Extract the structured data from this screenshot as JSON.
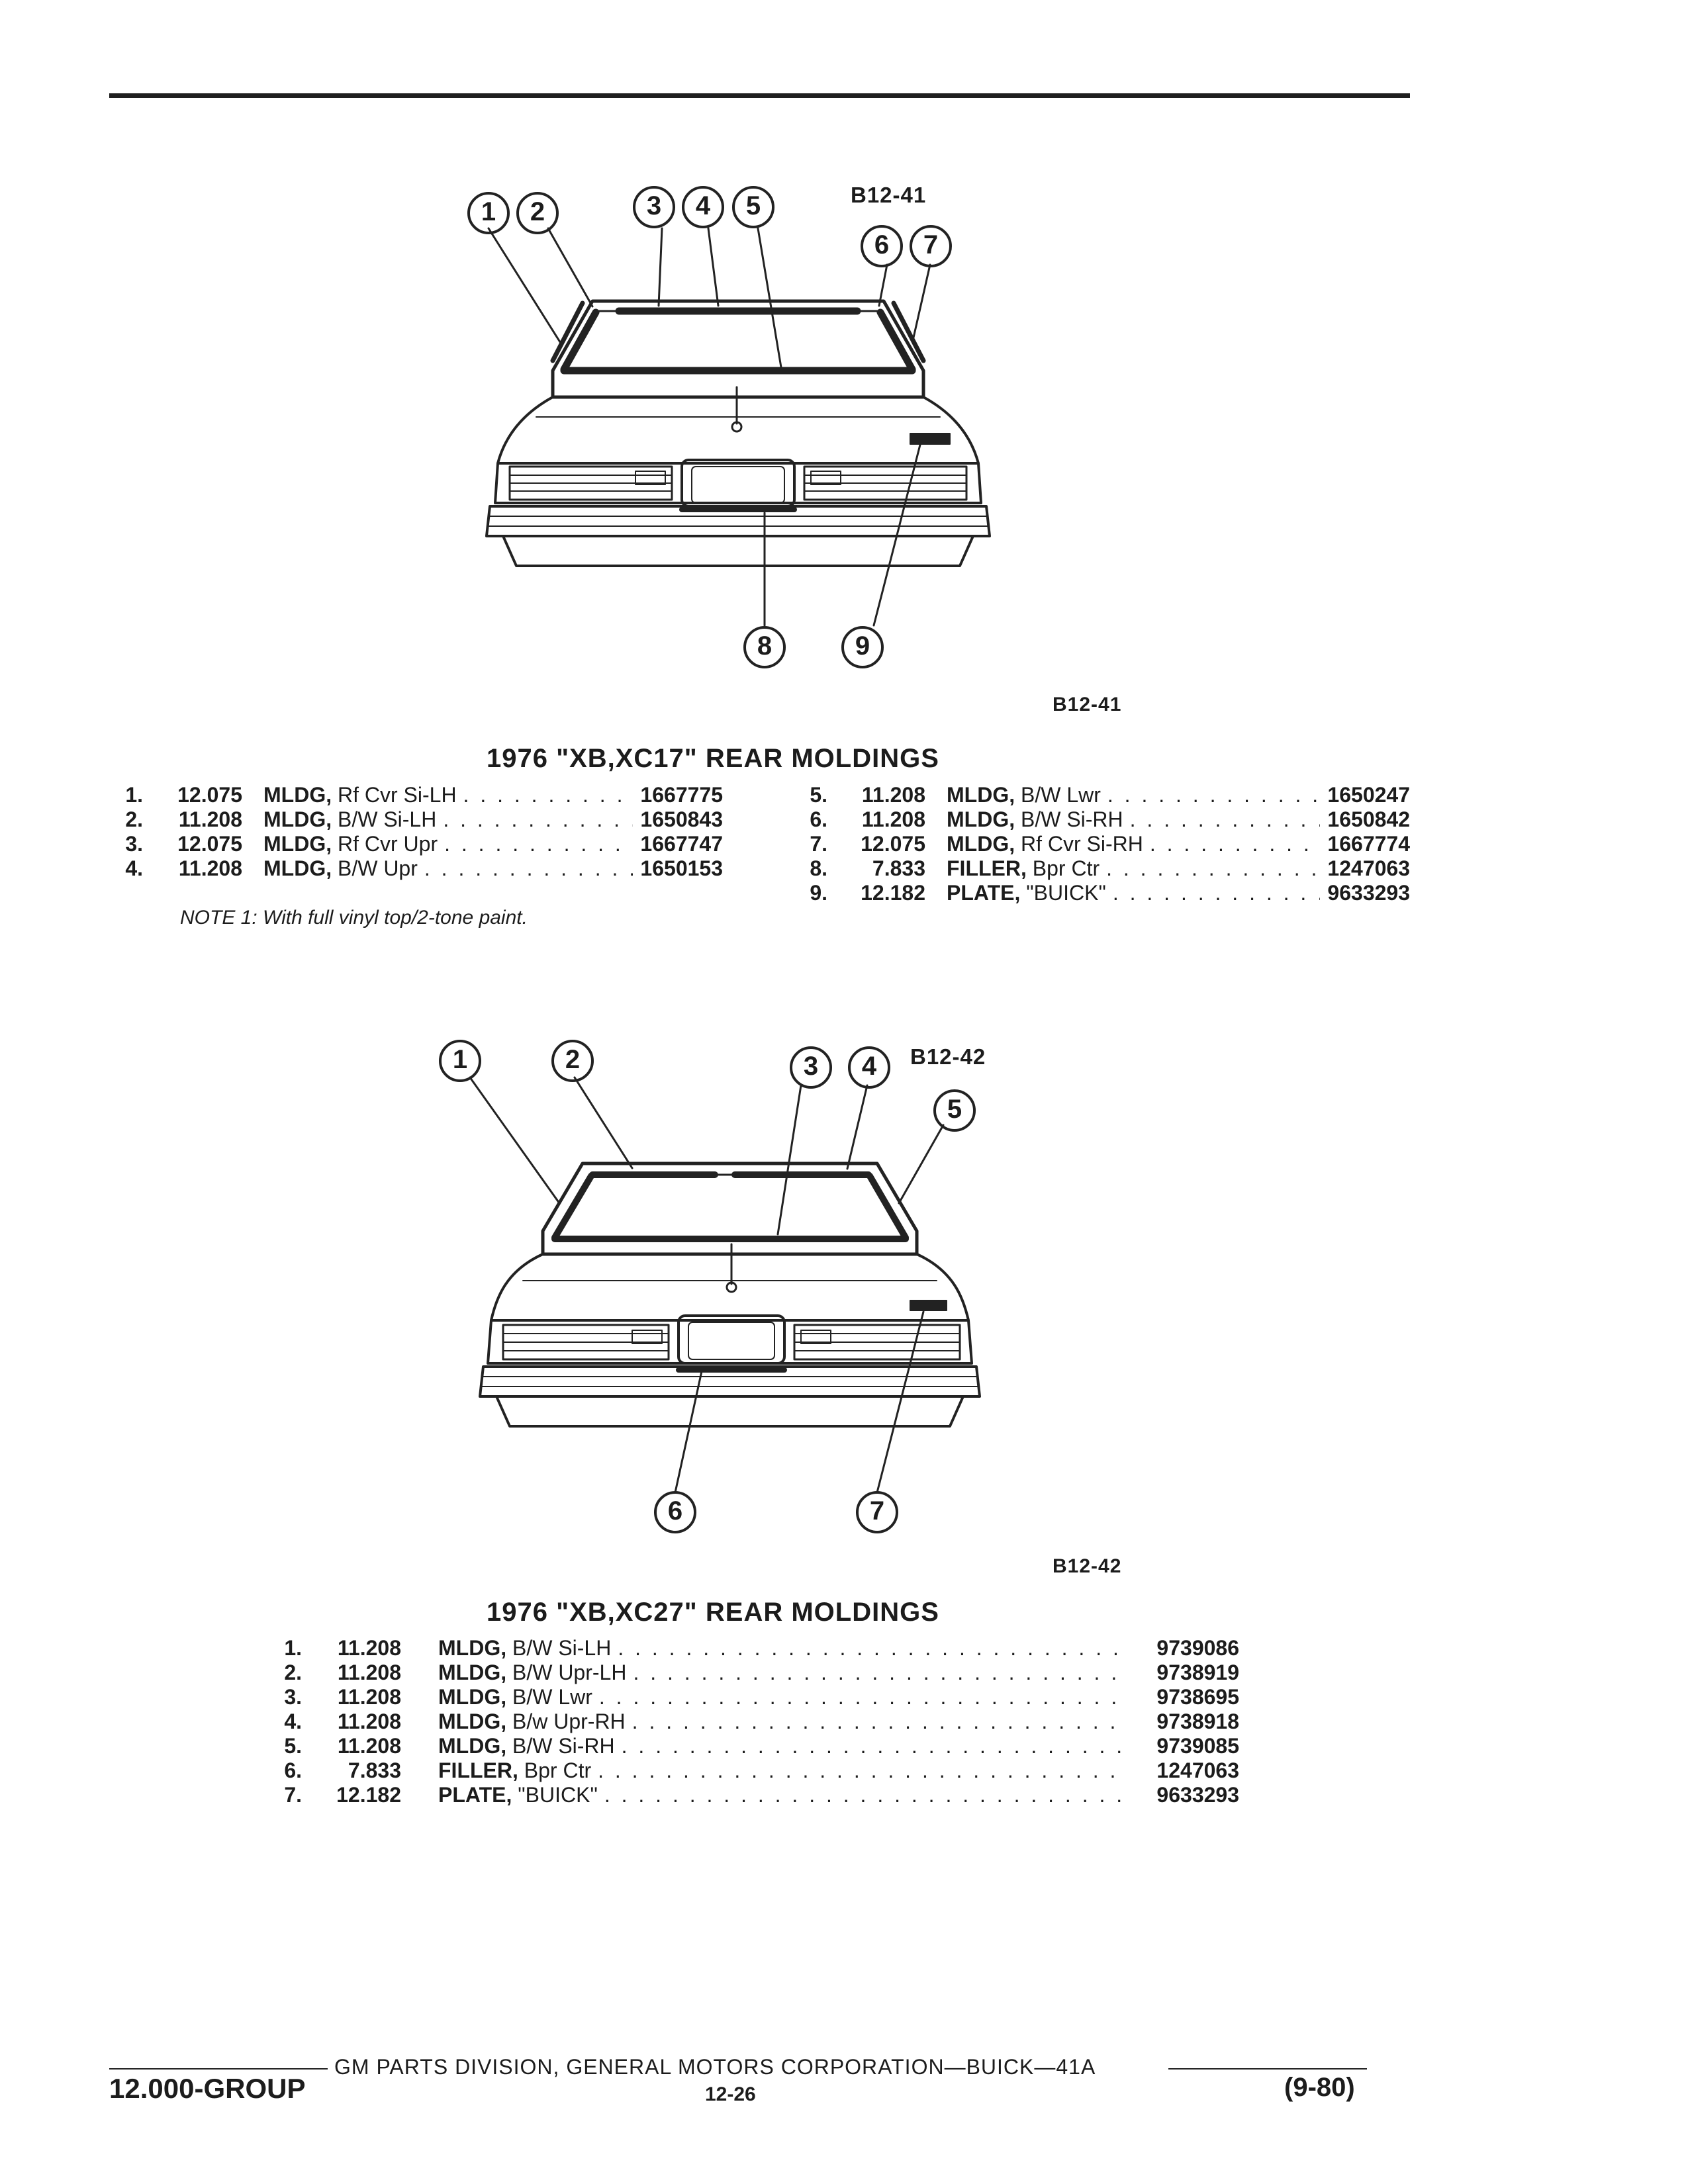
{
  "figure1": {
    "code_top": "B12-41",
    "code_bottom": "B12-41",
    "callouts": [
      "1",
      "2",
      "3",
      "4",
      "5",
      "6",
      "7",
      "8",
      "9"
    ]
  },
  "section1": {
    "title": "1976 \"XB,XC17\" REAR MOLDINGS",
    "left_rows": [
      {
        "num": "1.",
        "group": "12.075",
        "name": "MLDG,",
        "desc": "Rf Cvr Si-LH",
        "part": "1667775"
      },
      {
        "num": "2.",
        "group": "11.208",
        "name": "MLDG,",
        "desc": "B/W Si-LH",
        "part": "1650843"
      },
      {
        "num": "3.",
        "group": "12.075",
        "name": "MLDG,",
        "desc": "Rf Cvr Upr",
        "part": "1667747"
      },
      {
        "num": "4.",
        "group": "11.208",
        "name": "MLDG,",
        "desc": "B/W Upr",
        "part": "1650153"
      }
    ],
    "right_rows": [
      {
        "num": "5.",
        "group": "11.208",
        "name": "MLDG,",
        "desc": "B/W Lwr",
        "part": "1650247"
      },
      {
        "num": "6.",
        "group": "11.208",
        "name": "MLDG,",
        "desc": "B/W Si-RH",
        "part": "1650842"
      },
      {
        "num": "7.",
        "group": "12.075",
        "name": "MLDG,",
        "desc": "Rf Cvr Si-RH",
        "part": "1667774"
      },
      {
        "num": "8.",
        "group": "7.833",
        "name": "FILLER,",
        "desc": "Bpr Ctr",
        "part": "1247063"
      },
      {
        "num": "9.",
        "group": "12.182",
        "name": "PLATE,",
        "desc": "\"BUICK\"",
        "part": "9633293"
      }
    ],
    "note": "NOTE 1: With full vinyl top/2-tone paint."
  },
  "figure2": {
    "code_top": "B12-42",
    "code_bottom": "B12-42",
    "callouts": [
      "1",
      "2",
      "3",
      "4",
      "5",
      "6",
      "7"
    ]
  },
  "section2": {
    "title": "1976 \"XB,XC27\" REAR MOLDINGS",
    "rows": [
      {
        "num": "1.",
        "group": "11.208",
        "name": "MLDG,",
        "desc": "B/W Si-LH",
        "part": "9739086"
      },
      {
        "num": "2.",
        "group": "11.208",
        "name": "MLDG,",
        "desc": "B/W Upr-LH",
        "part": "9738919"
      },
      {
        "num": "3.",
        "group": "11.208",
        "name": "MLDG,",
        "desc": "B/W Lwr",
        "part": "9738695"
      },
      {
        "num": "4.",
        "group": "11.208",
        "name": "MLDG,",
        "desc": "B/w Upr-RH",
        "part": "9738918"
      },
      {
        "num": "5.",
        "group": "11.208",
        "name": "MLDG,",
        "desc": "B/W Si-RH",
        "part": "9739085"
      },
      {
        "num": "6.",
        "group": "7.833",
        "name": "FILLER,",
        "desc": "Bpr Ctr",
        "part": "1247063"
      },
      {
        "num": "7.",
        "group": "12.182",
        "name": "PLATE,",
        "desc": "\"BUICK\"",
        "part": "9633293"
      }
    ]
  },
  "footer": {
    "corporation": "GM PARTS DIVISION, GENERAL MOTORS CORPORATION—BUICK—41A",
    "group": "12.000-GROUP",
    "page": "12-26",
    "date": "(9-80)"
  }
}
